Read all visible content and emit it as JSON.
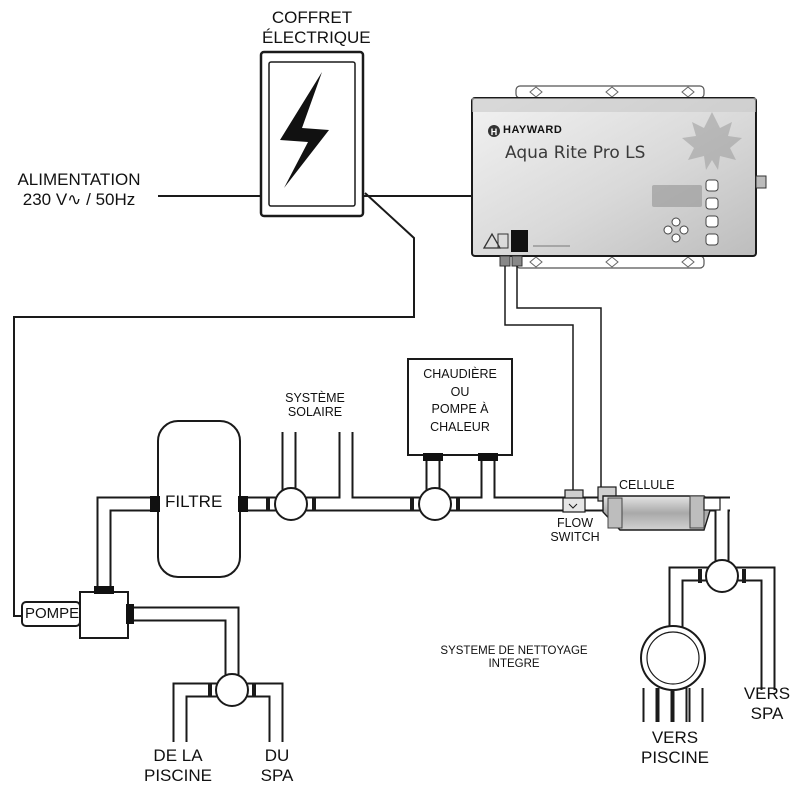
{
  "electrical_box": {
    "line1": "COFFRET",
    "line2": "ÉLECTRIQUE"
  },
  "power_supply": {
    "line1": "ALIMENTATION",
    "line2": "230 V∿ / 50Hz"
  },
  "controller": {
    "brand": "HAYWARD",
    "model": "Aqua Rite Pro LS"
  },
  "heater": {
    "line1": "CHAUDIÈRE",
    "line2": "OU",
    "line3": "POMPE À",
    "line4": "CHALEUR"
  },
  "solar": {
    "line1": "SYSTÈME",
    "line2": "SOLAIRE"
  },
  "filter": {
    "label": "FILTRE"
  },
  "pump": {
    "label": "POMPE"
  },
  "cell": {
    "label": "CELLULE"
  },
  "flow_switch": {
    "line1": "FLOW",
    "line2": "SWITCH"
  },
  "cleaning_system": {
    "line1": "SYSTEME DE NETTOYAGE",
    "line2": "INTEGRE"
  },
  "from_pool": {
    "line1": "DE LA",
    "line2": "PISCINE"
  },
  "from_spa": {
    "line1": "DU",
    "line2": "SPA"
  },
  "to_spa": {
    "line1": "VERS",
    "line2": "SPA"
  },
  "to_pool": {
    "line1": "VERS",
    "line2": "PISCINE"
  },
  "colors": {
    "line": "#1a1a1a",
    "pipe_fill": "#ffffff",
    "device_body": "#d6d6d6",
    "device_dark": "#6e6e6e"
  }
}
